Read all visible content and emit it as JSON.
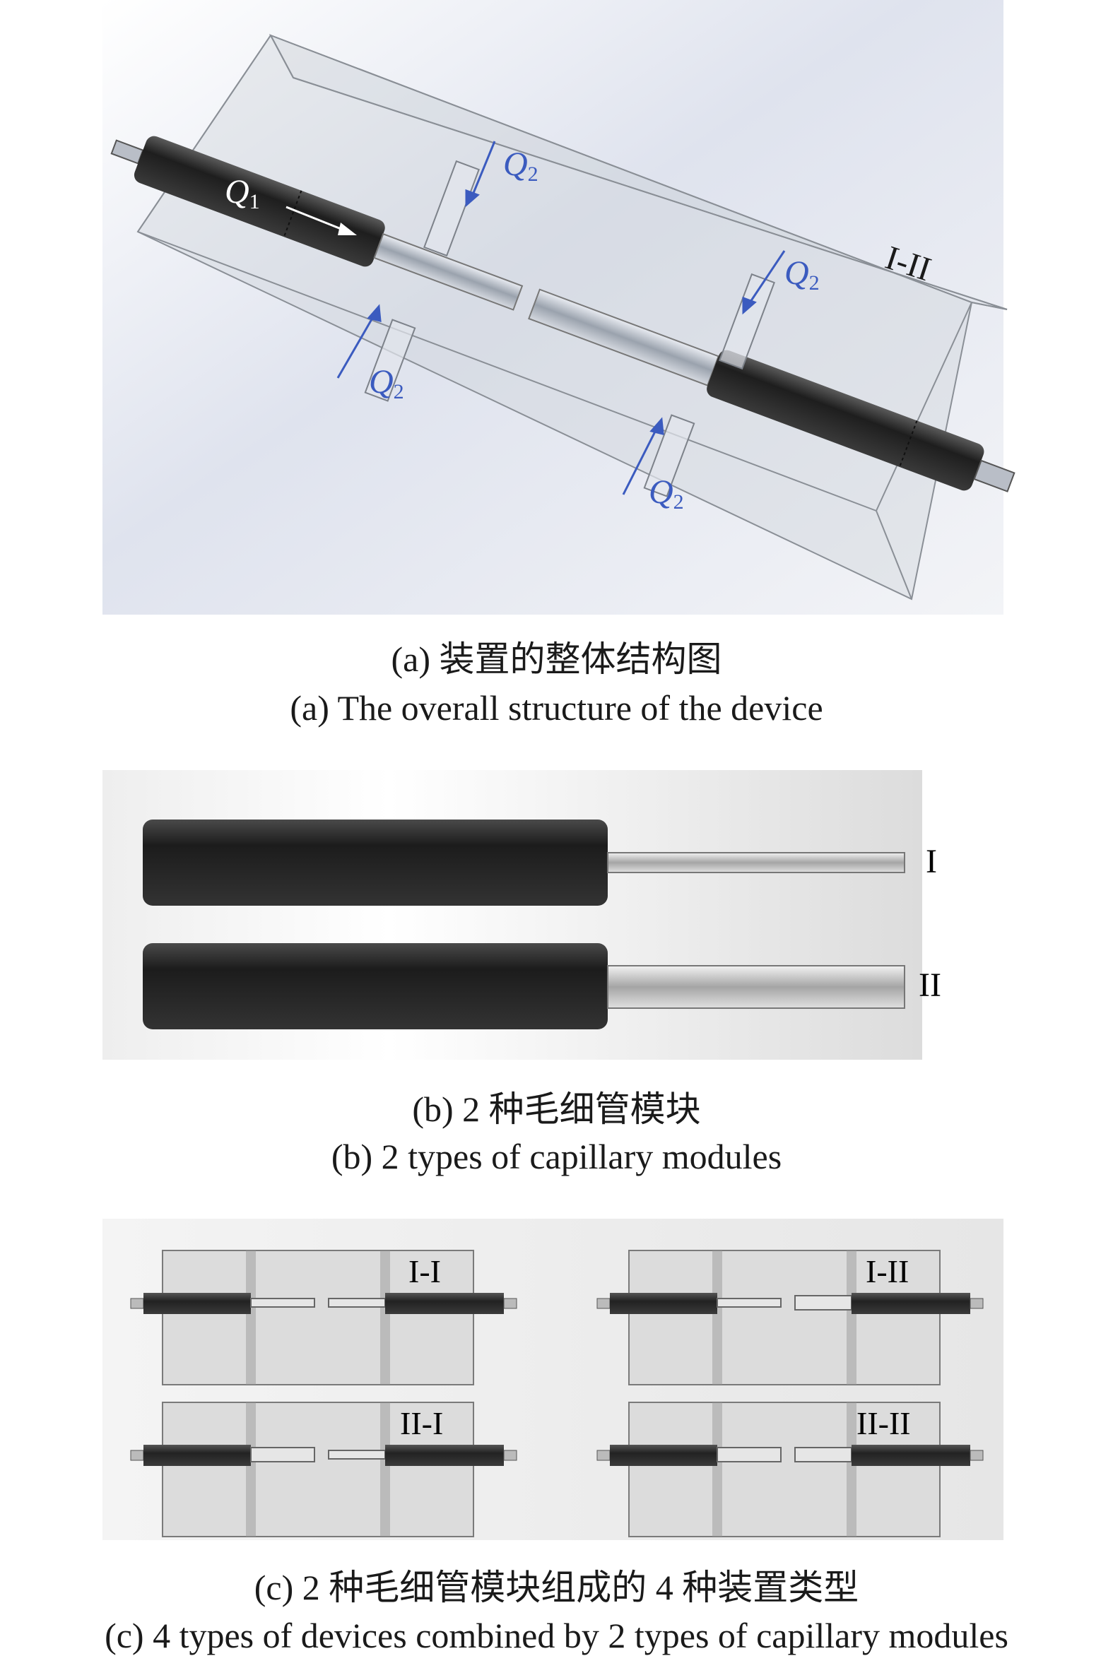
{
  "panel_a": {
    "labels": {
      "q1": "Q",
      "q1_sub": "1",
      "q2": "Q",
      "q2_sub": "2",
      "combo": "I-II"
    },
    "caption_cn": "(a) 装置的整体结构图",
    "caption_en": "(a) The overall structure of the device"
  },
  "panel_b": {
    "modules": [
      {
        "label": "I"
      },
      {
        "label": "II"
      }
    ],
    "caption_cn": "(b) 2 种毛细管模块",
    "caption_en": "(b) 2 types of capillary modules"
  },
  "panel_c": {
    "devices": [
      {
        "label": "I-I"
      },
      {
        "label": "I-II"
      },
      {
        "label": "II-I"
      },
      {
        "label": "II-II"
      }
    ],
    "caption_cn": "(c) 2 种毛细管模块组成的 4 种装置类型",
    "caption_en": "(c) 4 types of devices combined by 2 types of capillary modules"
  },
  "colors": {
    "arrow_blue": "#3b5bbf",
    "tube_dark": "#2a2a2a",
    "box_edge": "#8a8f96"
  }
}
